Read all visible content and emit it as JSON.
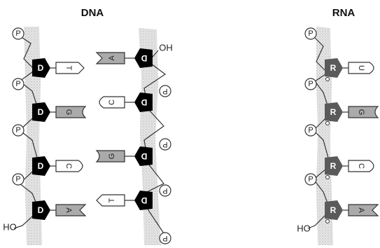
{
  "titles": {
    "dna": "DNA",
    "rna": "RNA"
  },
  "labels": {
    "phosphate": "P",
    "deoxyribose": "D",
    "ribose": "R",
    "hydroxyl": "OH",
    "hydroxyl_left": "HO"
  },
  "dna": {
    "left_strand_bases": [
      "T",
      "G",
      "C",
      "A"
    ],
    "right_strand_bases": [
      "A",
      "C",
      "G",
      "T"
    ]
  },
  "rna": {
    "bases": [
      "U",
      "G",
      "C",
      "A"
    ]
  },
  "colors": {
    "backbone": "#d9d9d9",
    "deoxyribose": "#000000",
    "ribose": "#5a5a5a",
    "base_dark": "#aaaaaa",
    "base_light": "#ffffff"
  }
}
